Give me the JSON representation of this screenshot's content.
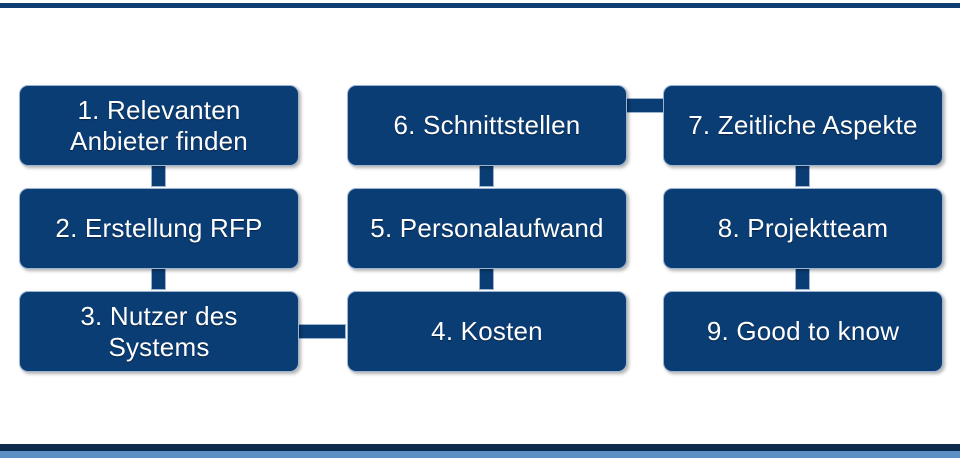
{
  "slide": {
    "background_color": "#ffffff",
    "accent_color": "#0b3d75",
    "accent_light_color": "#5b8fc6",
    "accent_dark_color": "#0d2b4c",
    "box_text_color": "#ffffff"
  },
  "diagram": {
    "type": "flow-grid",
    "columns": 3,
    "rows": 3,
    "boxes": [
      {
        "id": "box-1",
        "label": "1. Relevanten\nAnbieter finden",
        "column": 1,
        "row": 1
      },
      {
        "id": "box-2",
        "label": "2. Erstellung RFP",
        "column": 1,
        "row": 2
      },
      {
        "id": "box-3",
        "label": "3. Nutzer des\nSystems",
        "column": 1,
        "row": 3
      },
      {
        "id": "box-4",
        "label": "4. Kosten",
        "column": 2,
        "row": 3
      },
      {
        "id": "box-5",
        "label": "5. Personalaufwand",
        "column": 2,
        "row": 2
      },
      {
        "id": "box-6",
        "label": "6. Schnittstellen",
        "column": 2,
        "row": 1
      },
      {
        "id": "box-7",
        "label": "7. Zeitliche Aspekte",
        "column": 3,
        "row": 1
      },
      {
        "id": "box-8",
        "label": "8. Projektteam",
        "column": 3,
        "row": 2
      },
      {
        "id": "box-9",
        "label": "9. Good to know",
        "column": 3,
        "row": 3
      }
    ],
    "connectors": [
      {
        "id": "connector-1-2",
        "from": "box-1",
        "to": "box-2",
        "orientation": "vertical"
      },
      {
        "id": "connector-2-3",
        "from": "box-2",
        "to": "box-3",
        "orientation": "vertical"
      },
      {
        "id": "connector-3-4",
        "from": "box-3",
        "to": "box-4",
        "orientation": "horizontal"
      },
      {
        "id": "connector-4-5",
        "from": "box-4",
        "to": "box-5",
        "orientation": "vertical"
      },
      {
        "id": "connector-5-6",
        "from": "box-5",
        "to": "box-6",
        "orientation": "vertical"
      },
      {
        "id": "connector-6-7",
        "from": "box-6",
        "to": "box-7",
        "orientation": "horizontal"
      },
      {
        "id": "connector-7-8",
        "from": "box-7",
        "to": "box-8",
        "orientation": "vertical"
      },
      {
        "id": "connector-8-9",
        "from": "box-8",
        "to": "box-9",
        "orientation": "vertical"
      }
    ]
  }
}
